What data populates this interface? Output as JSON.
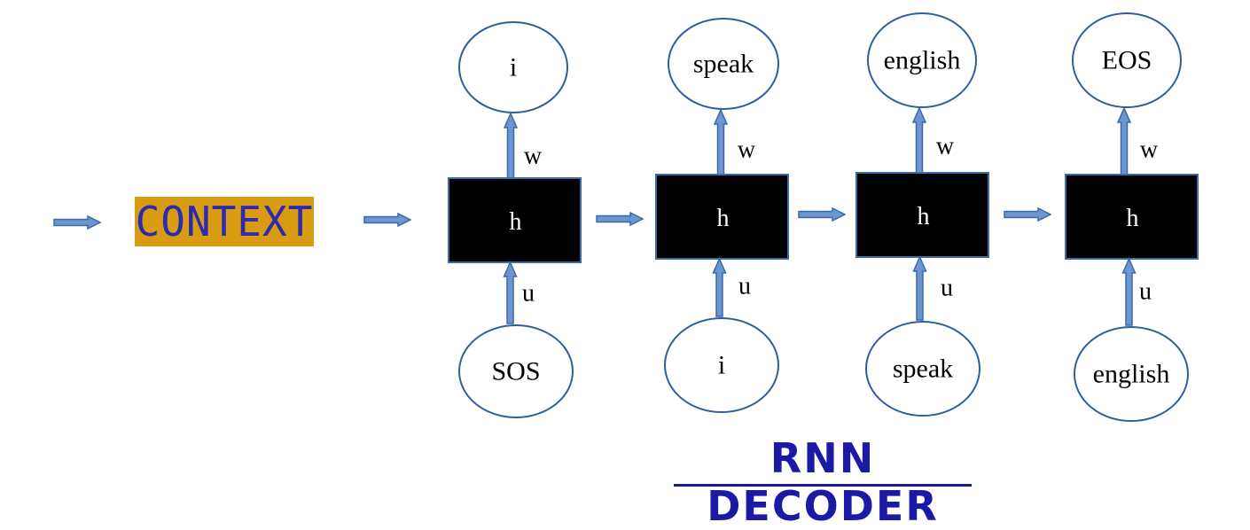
{
  "context": {
    "label": "CONTEXT"
  },
  "decoder": {
    "title": "RNN DECODER",
    "hidden_label": "h",
    "output_weight_label": "w",
    "input_weight_label": "u",
    "steps": [
      {
        "input": "SOS",
        "output": "i"
      },
      {
        "input": "i",
        "output": "speak"
      },
      {
        "input": "speak",
        "output": "english"
      },
      {
        "input": "english",
        "output": "EOS"
      }
    ]
  },
  "colors": {
    "context_fill": "#d89b12",
    "context_text": "#2b2bb0",
    "title_text": "#1a1aa6",
    "arrow_fill": "#6b96cf",
    "arrow_stroke": "#3b6aa8",
    "ellipse_stroke": "#2f5f9a",
    "hidden_fill": "#000000"
  }
}
